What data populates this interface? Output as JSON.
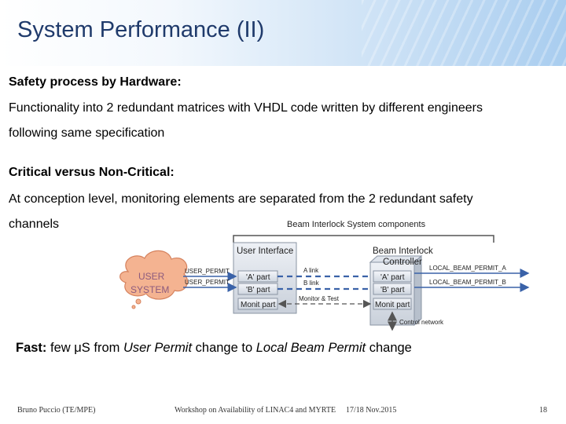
{
  "slide": {
    "title": "System Performance (II)",
    "heading1": "Safety process by Hardware:",
    "para1_line1": "Functionality into 2 redundant matrices with VHDL code written by different engineers",
    "para1_line2": "following same specification",
    "heading2": "Critical versus Non-Critical:",
    "para2_line1": "At conception level, monitoring elements are separated from the 2 redundant safety",
    "para2_line2": "channels",
    "fast_label": "Fast:",
    "fast_text1": "few μS from",
    "fast_em1": "User Permit",
    "fast_text2": "change to",
    "fast_em2": "Local Beam Permit",
    "fast_text3": "change"
  },
  "diagram": {
    "title": "Beam Interlock System components",
    "user_interface": "User Interface",
    "controller_line1": "Beam Interlock",
    "controller_line2": "Controller",
    "cloud_line1": "USER",
    "cloud_line2": "SYSTEM",
    "user_permit_1": "USER_PERMIT",
    "user_permit_2": "USER_PERMIT",
    "a_part": "'A' part",
    "b_part": "'B' part",
    "monit_part": "Monit part",
    "a_link": "A link",
    "b_link": "B link",
    "monitor_test": "Monitor & Test",
    "ctrl_a_part": "'A' part",
    "ctrl_b_part": "'B' part",
    "ctrl_monit_part": "Monit part",
    "local_a": "LOCAL_BEAM_PERMIT_A",
    "local_b": "LOCAL_BEAM_PERMIT_B",
    "control_network": "Control network"
  },
  "footer": {
    "author": "Bruno Puccio (TE/MPE)",
    "event": "Workshop on Availability of LINAC4 and MYRTE",
    "date": "17/18 Nov.2015",
    "page": "18"
  }
}
